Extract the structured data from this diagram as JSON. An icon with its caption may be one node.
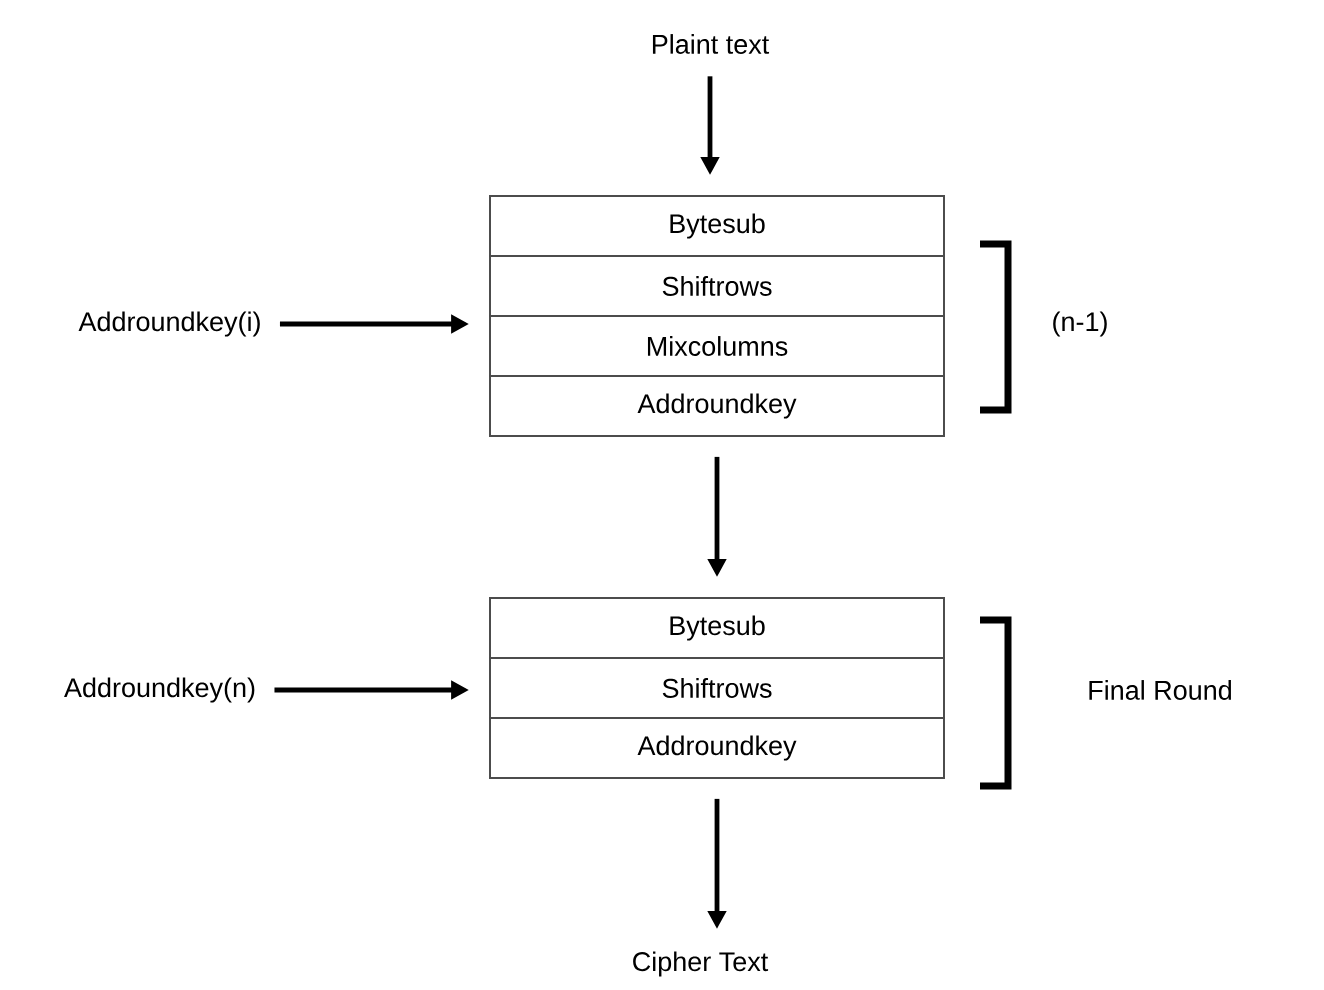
{
  "diagram": {
    "nodes": [
      {
        "text": [
          "Plaint text"
        ]
      },
      {
        "text": [],
        "shape": "box"
      },
      {
        "text": [
          "Bytesub"
        ],
        "in": 1
      },
      {
        "text": [
          "Shiftrows"
        ],
        "in": 1
      },
      {
        "text": [
          "Mixcolumns"
        ],
        "in": 1
      },
      {
        "text": [
          "Addroundkey"
        ],
        "in": 1
      },
      {
        "text": [
          "Addroundkey(i)"
        ]
      },
      {
        "text": [],
        "shape": "box"
      },
      {
        "text": [
          "Bytesub"
        ],
        "in": 7
      },
      {
        "text": [
          "Shiftrows"
        ],
        "in": 7
      },
      {
        "text": [
          "Addroundkey"
        ],
        "in": 7
      },
      {
        "text": [
          "Addroundkey(n)"
        ]
      },
      {
        "text": [
          "Cipher Text"
        ]
      }
    ],
    "edges": [
      {
        "from": 0,
        "to": 1,
        "arrow": "to"
      },
      {
        "from": 6,
        "to": 1,
        "arrow": "to"
      },
      {
        "from": 1,
        "to": 7,
        "arrow": "to"
      },
      {
        "from": 11,
        "to": 7,
        "arrow": "to"
      },
      {
        "from": 7,
        "to": 12,
        "arrow": "to"
      }
    ],
    "labels": [
      "(n-1)",
      "Final Round"
    ]
  }
}
